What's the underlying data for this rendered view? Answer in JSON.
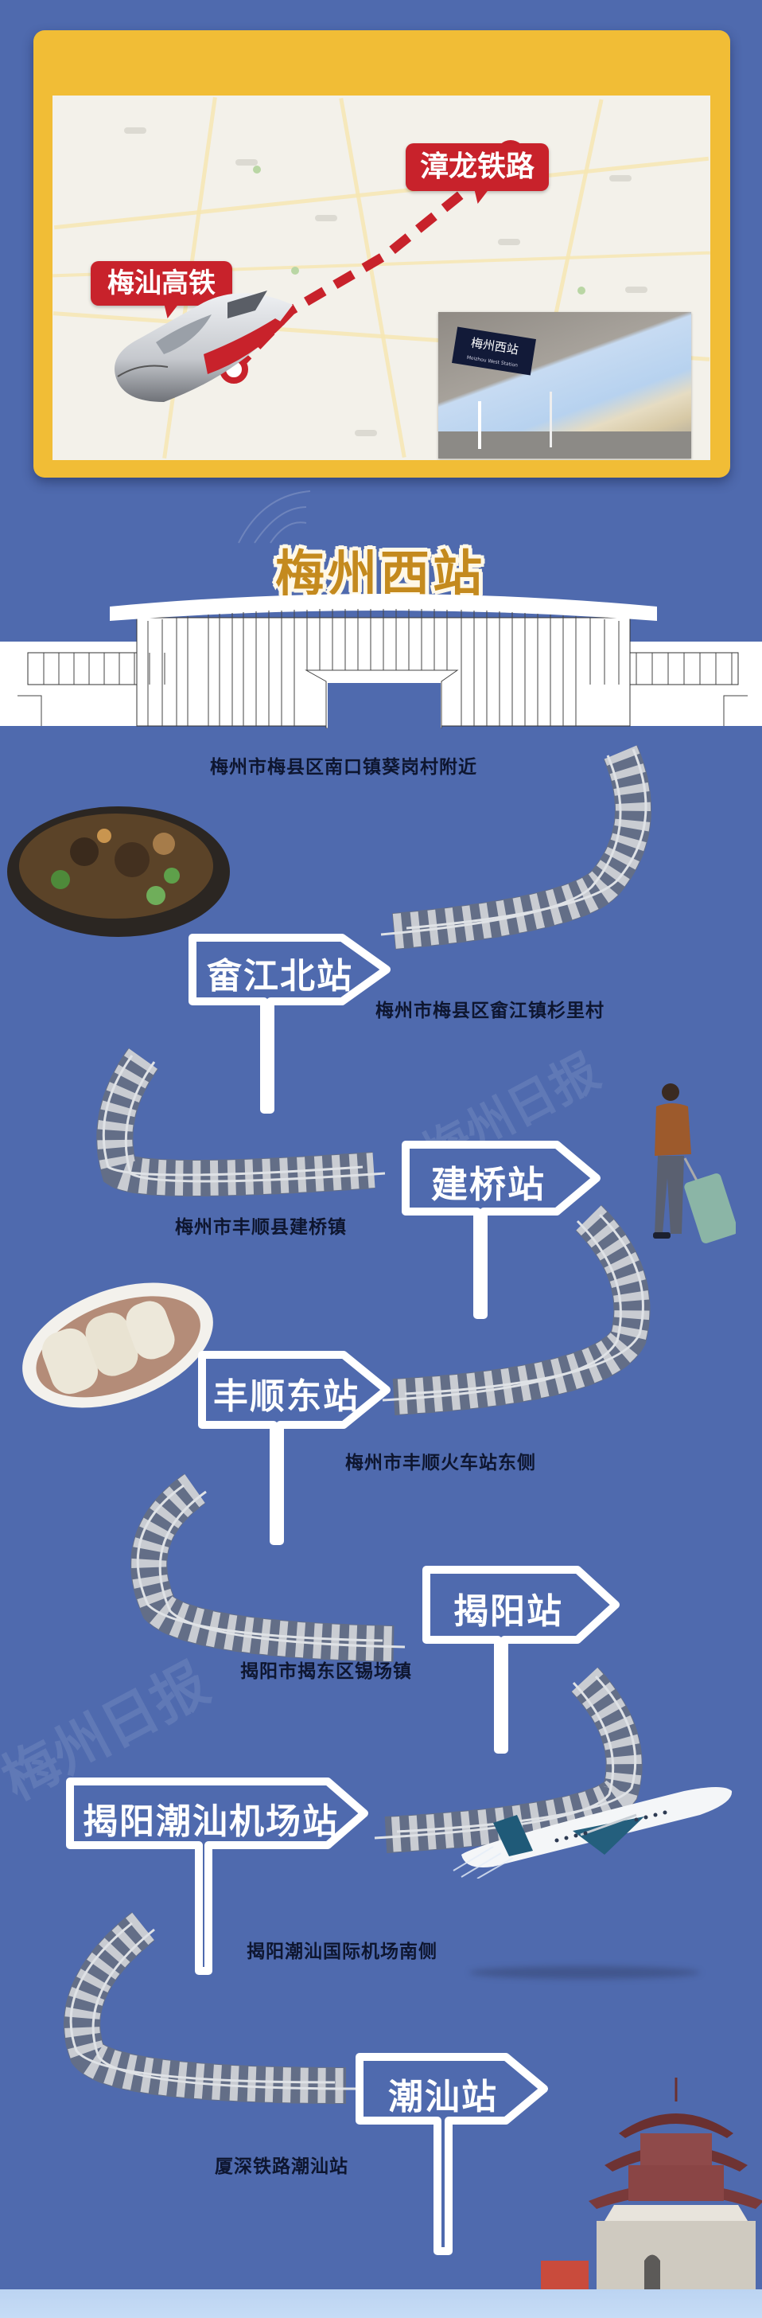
{
  "header_map": {
    "route_labels": {
      "zhanglong_railway": "漳龙铁路",
      "meishan_hsr": "梅汕高铁"
    },
    "photo": {
      "platform_sign": "梅州西站",
      "platform_sign_subtitle": "Meizhou West Station"
    },
    "colors": {
      "card_yellow": "#f1bd36",
      "route_red": "#c8222b"
    }
  },
  "terminal": {
    "title": "梅州西站",
    "address": "梅州市梅县区南口镇葵岗村附近"
  },
  "stations": [
    {
      "name": "畲江北站",
      "address": "梅州市梅县区畲江镇杉里村"
    },
    {
      "name": "建桥站",
      "address": "梅州市丰顺县建桥镇"
    },
    {
      "name": "丰顺东站",
      "address": "梅州市丰顺火车站东侧"
    },
    {
      "name": "揭阳站",
      "address": "揭阳市揭东区锡场镇"
    },
    {
      "name": "揭阳潮汕机场站",
      "address": "揭阳潮汕国际机场南侧"
    },
    {
      "name": "潮汕站",
      "address": "厦深铁路潮汕站"
    }
  ],
  "watermark": "梅州日报",
  "colors": {
    "background_blue": "#4f6aae",
    "title_gold": "#c48a1e",
    "address_text": "#0e1630",
    "sign_white": "#ffffff",
    "bottom_strip": "#c2d8f2"
  }
}
